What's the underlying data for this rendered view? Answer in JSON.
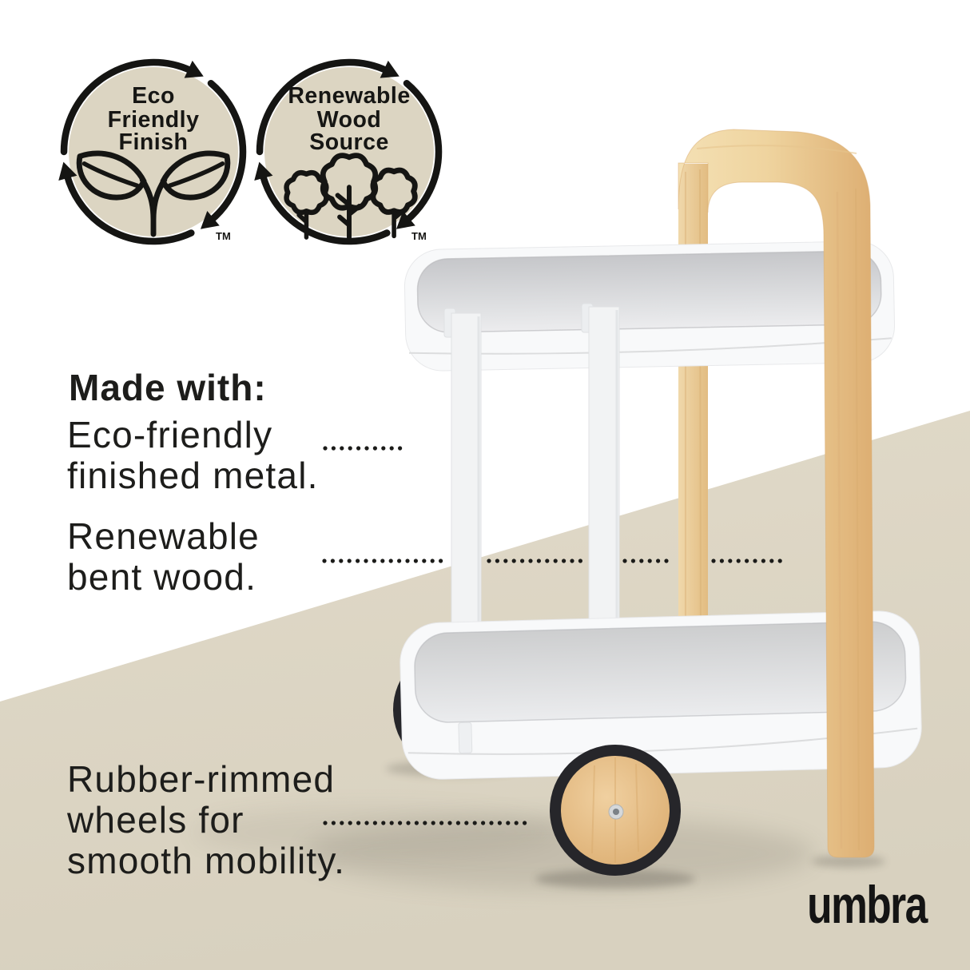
{
  "badges": [
    {
      "lines": [
        "Eco",
        "Friendly",
        "Finish"
      ],
      "trademark": "TM",
      "icon": "leaf-sprout-icon"
    },
    {
      "lines": [
        "Renewable",
        "Wood",
        "Source"
      ],
      "trademark": "TM",
      "icon": "trees-icon"
    }
  ],
  "made_with": {
    "heading": "Made with:"
  },
  "features": [
    {
      "id": "eco-metal",
      "lines": [
        "Eco-friendly",
        "finished metal."
      ]
    },
    {
      "id": "bent-wood",
      "lines": [
        "Renewable",
        "bent wood."
      ]
    },
    {
      "id": "wheels",
      "lines": [
        "Rubber-rimmed",
        "wheels for",
        "smooth mobility."
      ]
    }
  ],
  "brand": {
    "logo_text": "umbra"
  },
  "colors": {
    "badge_beige": "#dcd5c2",
    "floor_beige": "#ddd6c4",
    "ink": "#1d1d1b",
    "wood_light": "#f4e0b4",
    "wood_dark": "#ddae72",
    "tray_white": "#f8f9fa",
    "tray_inner_gray": "#c6c7ca",
    "wheel_rim_black": "#26262a"
  }
}
